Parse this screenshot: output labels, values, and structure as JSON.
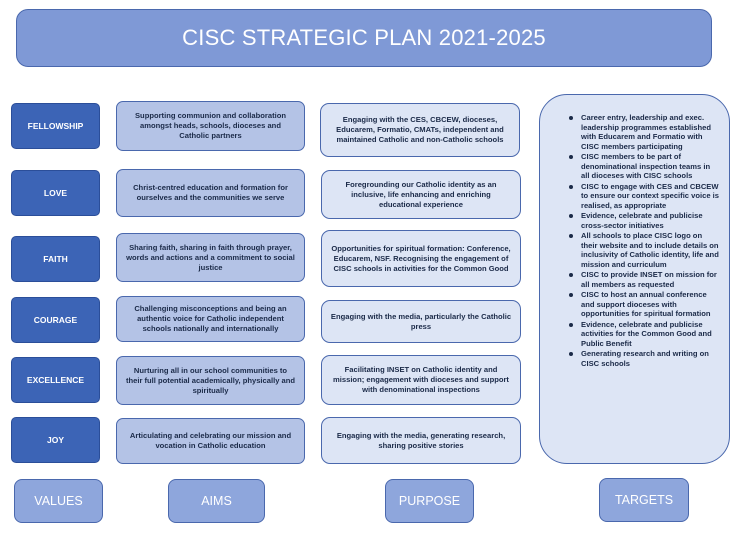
{
  "title": "CISC STRATEGIC PLAN 2021-2025",
  "rows": [
    {
      "value": "FELLOWSHIP",
      "aim": "Supporting communion and collaboration amongst heads, schools, dioceses and Catholic partners",
      "purpose": "Engaging with the CES, CBCEW, dioceses, Educarem, Formatio, CMATs, independent and maintained Catholic and non-Catholic schools"
    },
    {
      "value": "LOVE",
      "aim": "Christ-centred education and formation for ourselves  and the communities we serve",
      "purpose": "Foregrounding our Catholic identity as an inclusive, life enhancing and enriching educational experience"
    },
    {
      "value": "FAITH",
      "aim": "Sharing faith, sharing in faith through prayer, words and actions and a commitment to social justice",
      "purpose": "Opportunities for spiritual formation: Conference, Educarem, NSF. Recognising the engagement of CISC schools in activities for the Common Good"
    },
    {
      "value": "COURAGE",
      "aim": "Challenging misconceptions and being an authentic voice for Catholic independent schools nationally and internationally",
      "purpose": "Engaging with the media, particularly the Catholic press"
    },
    {
      "value": "EXCELLENCE",
      "aim": "Nurturing all in our school communities to their full potential academically, physically and spiritually",
      "purpose": "Facilitating INSET on Catholic identity and mission; engagement with dioceses and support with denominational inspections"
    },
    {
      "value": "JOY",
      "aim": "Articulating and celebrating our mission and vocation in Catholic education",
      "purpose": "Engaging with the media, generating research, sharing positive stories"
    }
  ],
  "targets": [
    "Career entry, leadership and exec. leadership programmes established with Educarem and Formatio with CISC members participating",
    "CISC members to be part of denominational inspection teams in all dioceses with CISC schools",
    "CISC to engage with CES and CBCEW to ensure our context specific voice is realised, as appropriate",
    "Evidence, celebrate and publicise cross-sector initiatives",
    "All schools to place CISC logo on their website and to include details on inclusivity of Catholic identity, life and mission and curriculum",
    "CISC to provide INSET on mission for all members as requested",
    "CISC to host an annual conference and support dioceses with opportunities for spiritual formation",
    "Evidence, celebrate and publicise activities for the Common Good and Public Benefit",
    "Generating research and writing on CISC schools"
  ],
  "labels": {
    "values": "VALUES",
    "aims": "AIMS",
    "purpose": "PURPOSE",
    "targets": "TARGETS"
  }
}
